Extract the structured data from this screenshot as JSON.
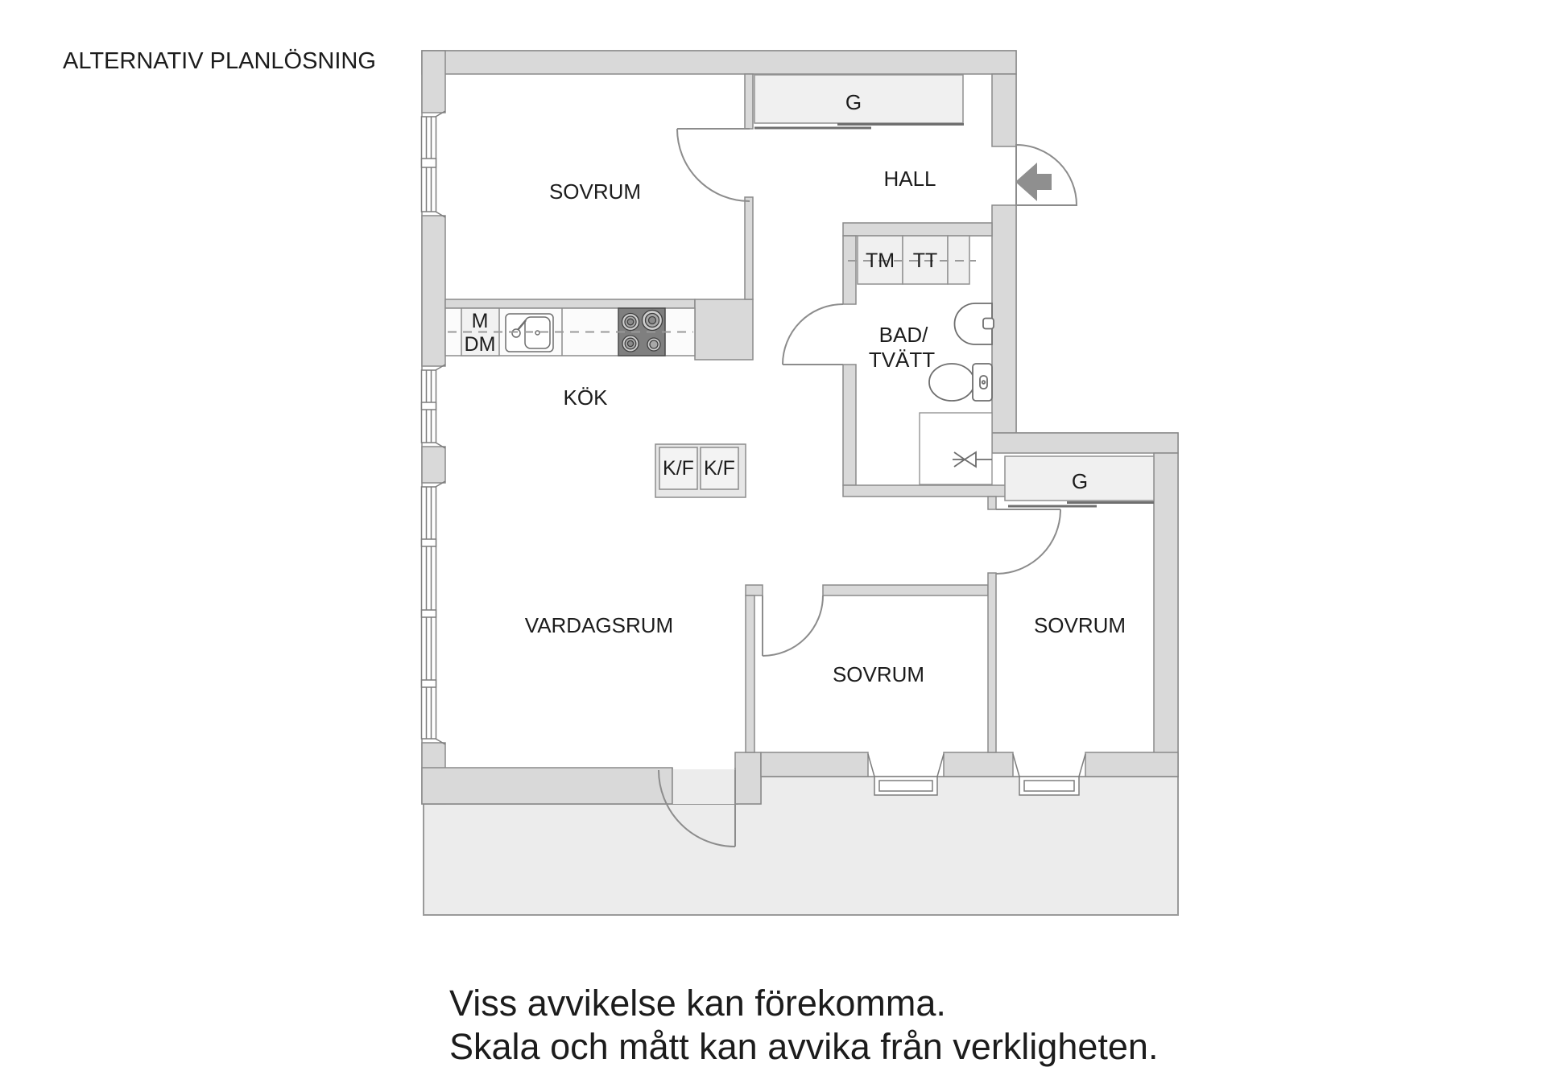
{
  "title": "ALTERNATIV PLANLÖSNING",
  "disclaimer": {
    "line1": "Viss avvikelse kan förekomma.",
    "line2": "Skala och mått kan avvika från verkligheten."
  },
  "floorplan": {
    "rooms": {
      "sovrum_top": "SOVRUM",
      "hall": "HALL",
      "kok": "KÖK",
      "bad_line1": "BAD/",
      "bad_line2": "TVÄTT",
      "vardagsrum": "VARDAGSRUM",
      "sovrum_mid": "SOVRUM",
      "sovrum_right": "SOVRUM"
    },
    "closets": {
      "hall_wardrobe": "G",
      "sovrum_wardrobe": "G"
    },
    "appliances": {
      "washing_machine": "TM",
      "tumble_dryer": "TT",
      "microwave": "M",
      "dishwasher": "DM",
      "fridge_freezer_left": "K/F",
      "fridge_freezer_right": "K/F"
    },
    "colors": {
      "wall_fill": "#d9d9d9",
      "wall_stroke": "#8a8a8a",
      "closet_fill": "#f0f0f0",
      "balcony_fill": "#ececec",
      "stove_fill": "#7f7f7f",
      "arrow_fill": "#8f8f8f",
      "text": "#1c1c1c"
    }
  }
}
